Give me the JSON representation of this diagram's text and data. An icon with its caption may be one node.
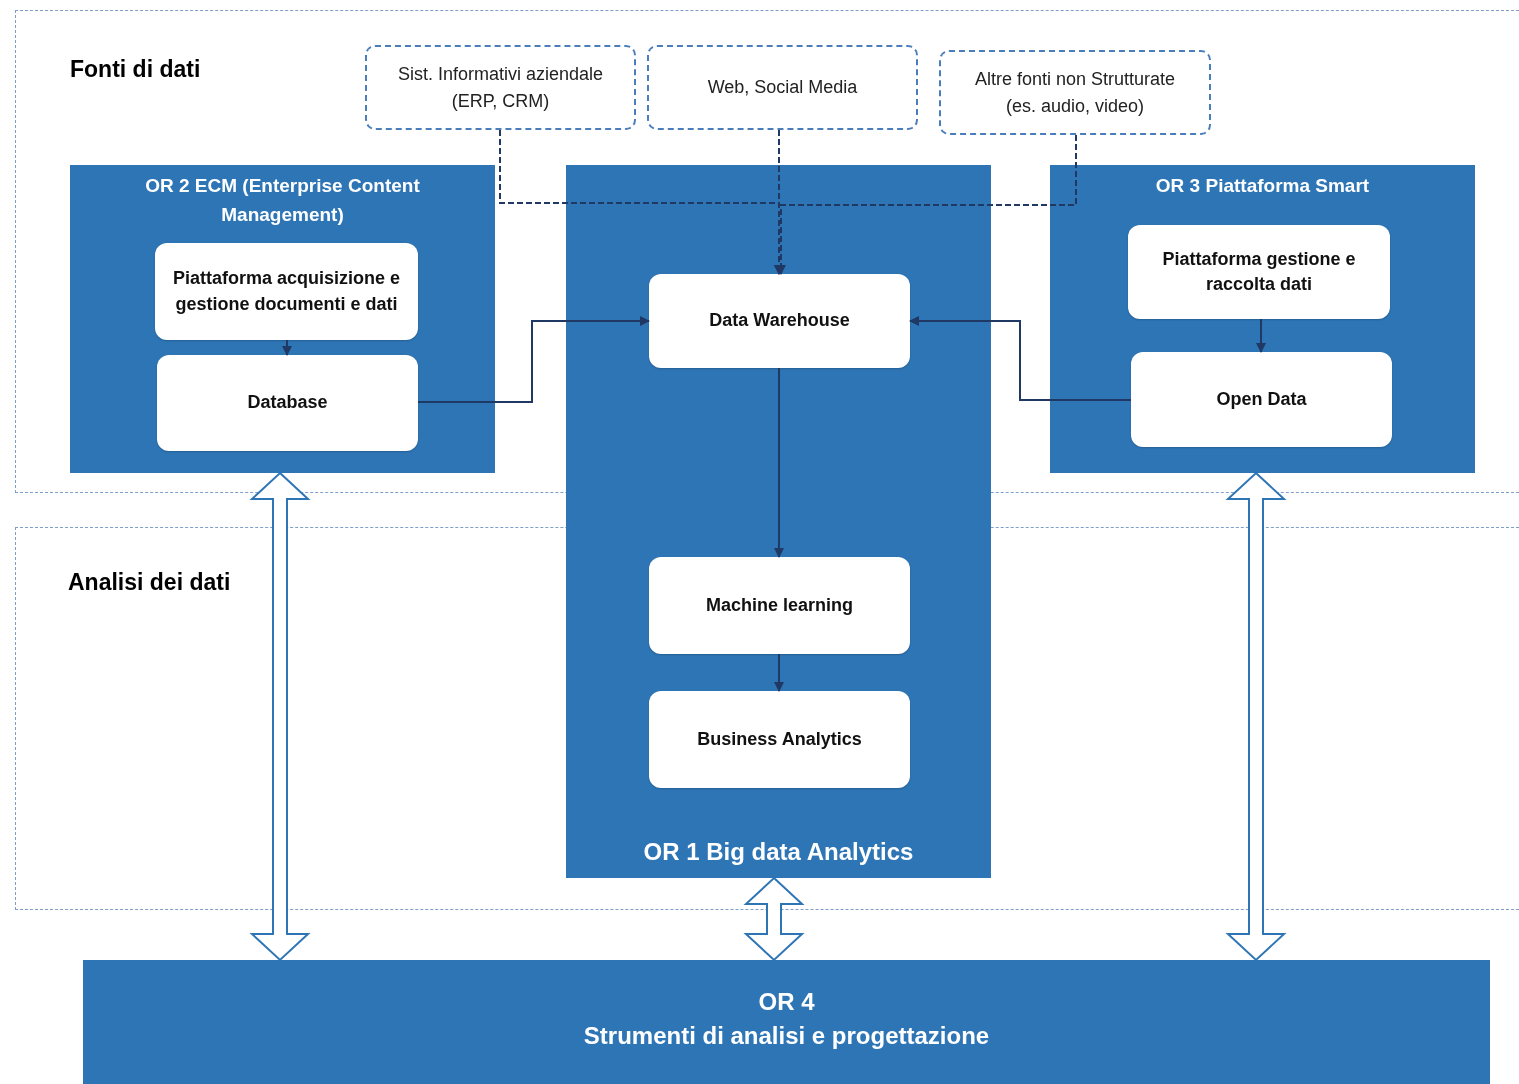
{
  "diagram": {
    "nodes": [
      {
        "text": [
          "Sist. Informativi aziendale (ERP, CRM)"
        ]
      },
      {
        "text": [
          "Web, Social Media"
        ]
      },
      {
        "text": [
          "Altre fonti non Strutturate (es. audio, video)"
        ]
      },
      {
        "text": [
          "OR 2 ECM (Enterprise Content Management)"
        ]
      },
      {
        "text": [
          "Piattaforma acquisizione e gestione documenti e dati"
        ],
        "in": 3
      },
      {
        "text": [
          "Database"
        ],
        "in": 3
      },
      {
        "text": [
          "OR 1 Big data Analytics"
        ]
      },
      {
        "text": [
          "Data Warehouse"
        ],
        "in": 6
      },
      {
        "text": [
          "Machine learning"
        ],
        "in": 6
      },
      {
        "text": [
          "Business Analytics"
        ],
        "in": 6
      },
      {
        "text": [
          "OR 3 Piattaforma Smart"
        ]
      },
      {
        "text": [
          "Piattaforma gestione e raccolta dati"
        ],
        "in": 10
      },
      {
        "text": [
          "Open Data"
        ],
        "in": 10
      },
      {
        "text": [
          "OR 4",
          "Strumenti di analisi e progettazione"
        ]
      }
    ],
    "edges": [
      {
        "from": 0,
        "to": 7,
        "arrow": "to",
        "style": "dashed"
      },
      {
        "from": 1,
        "to": 7,
        "arrow": "to",
        "style": "dashed"
      },
      {
        "from": 2,
        "to": 7,
        "arrow": "to",
        "style": "dashed"
      },
      {
        "from": 4,
        "to": 5,
        "arrow": "to"
      },
      {
        "from": 5,
        "to": 7,
        "arrow": "to"
      },
      {
        "from": 11,
        "to": 12,
        "arrow": "to"
      },
      {
        "from": 12,
        "to": 7,
        "arrow": "to"
      },
      {
        "from": 7,
        "to": 8,
        "arrow": "to"
      },
      {
        "from": 8,
        "to": 9,
        "arrow": "to"
      },
      {
        "from": 3,
        "to": 13,
        "arrow": "both",
        "style": "thick"
      },
      {
        "from": 6,
        "to": 13,
        "arrow": "both",
        "style": "thick"
      },
      {
        "from": 10,
        "to": 13,
        "arrow": "both",
        "style": "thick"
      }
    ],
    "labels": [
      "Fonti di dati",
      "Analisi dei dati"
    ]
  }
}
